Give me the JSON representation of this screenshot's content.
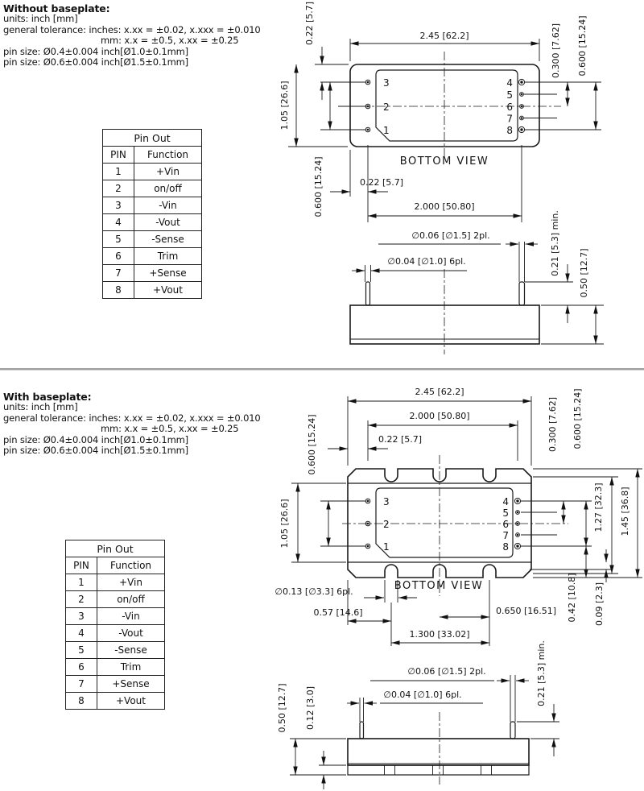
{
  "pin_table": {
    "title": "Pin Out",
    "col_pin": "PIN",
    "col_function": "Function",
    "rows": [
      {
        "pin": "1",
        "fn": "+Vin"
      },
      {
        "pin": "2",
        "fn": "on/off"
      },
      {
        "pin": "3",
        "fn": "-Vin"
      },
      {
        "pin": "4",
        "fn": "-Vout"
      },
      {
        "pin": "5",
        "fn": "-Sense"
      },
      {
        "pin": "6",
        "fn": "Trim"
      },
      {
        "pin": "7",
        "fn": "+Sense"
      },
      {
        "pin": "8",
        "fn": "+Vout"
      }
    ]
  },
  "notes": {
    "units": "units: inch [mm]",
    "tol1": "general tolerance: inches: x.xx = ±0.02, x.xxx = ±0.010",
    "tol2": "mm: x.x = ±0.5, x.xx = ±0.25",
    "pin1": "pin size: Ø0.4±0.004 inch[Ø1.0±0.1mm]",
    "pin2": "pin size: Ø0.6±0.004 inch[Ø1.5±0.1mm]"
  },
  "top": {
    "heading": "Without baseplate:",
    "view_label": "BOTTOM VIEW",
    "pins_left": [
      "3",
      "2",
      "1"
    ],
    "pins_right": [
      "4",
      "5",
      "6",
      "7",
      "8"
    ],
    "dims": {
      "width": "2.45 [62.2]",
      "pin_offset_top": "0.22 [5.7]",
      "height": "1.05 [26.6]",
      "pin_span_left": "0.600 [15.24]",
      "pin_half_right": "0.300 [7.62]",
      "pin_span_right": "0.600 [15.24]",
      "pin_offset_side": "0.22 [5.7]",
      "pin_span_h": "2.000 [50.80]",
      "pin_dia_2pl": "∅0.06 [∅1.5]  2pl.",
      "pin_dia_6pl": "∅0.04 [∅1.0]  6pl.",
      "pin_length_min": "0.21 [5.3]  min.",
      "body_height": "0.50 [12.7]"
    }
  },
  "bottom": {
    "heading": "With baseplate:",
    "view_label": "BOTTOM VIEW",
    "pins_left": [
      "3",
      "2",
      "1"
    ],
    "pins_right": [
      "4",
      "5",
      "6",
      "7",
      "8"
    ],
    "dims": {
      "width": "2.45 [62.2]",
      "pin_span_h": "2.000 [50.80]",
      "pin_offset": "0.22 [5.7]",
      "pin_span_left": "0.600 [15.24]",
      "height": "1.05 [26.6]",
      "pin_half_right": "0.300 [7.62]",
      "pin_span_right": "0.600 [15.24]",
      "bp_height_inner": "1.27 [32.3]",
      "bp_height": "1.45 [36.8]",
      "slot_dia": "∅0.13 [∅3.3]  6pl.",
      "slot_offset": "0.57 [14.6]",
      "slot_half": "0.650 [16.51]",
      "pin_to_edge": "0.42 [10.8]",
      "edge_chamfer": "0.09 [2.3]",
      "slot_span": "1.300 [33.02]",
      "pin_dia_2pl": "∅0.06 [∅1.5]  2pl.",
      "pin_dia_6pl": "∅0.04 [∅1.0]  6pl.",
      "body_height": "0.50 [12.7]",
      "bp_thickness": "0.12 [3.0]",
      "pin_length_min": "0.21 [5.3]  min."
    }
  }
}
